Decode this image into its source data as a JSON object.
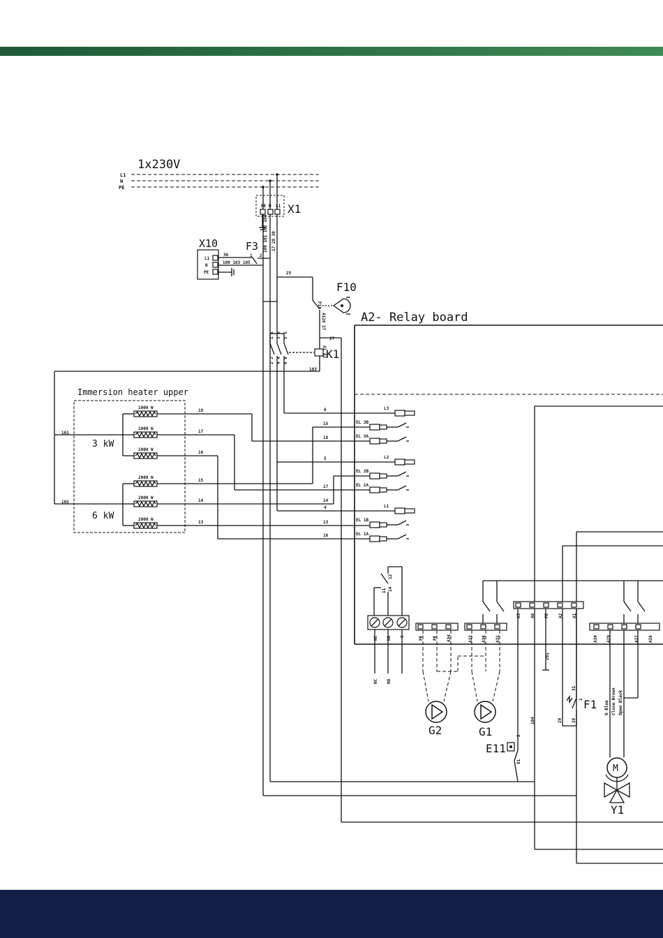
{
  "colors": {
    "band_start": "#1d5a36",
    "band_end": "#3e8a54",
    "footer": "#131f48"
  },
  "supply": {
    "title": "1x230V",
    "lines": [
      "L1",
      "N",
      "PE"
    ]
  },
  "x1": {
    "label": "X1",
    "pins": [
      "PE",
      "N",
      "L1"
    ],
    "wires": "100 101 102 104",
    "wires2": "17 28 30"
  },
  "x10": {
    "label": "X10",
    "pins": [
      "L1",
      "N",
      "PE"
    ],
    "w1": "36",
    "w2": "100 103 105"
  },
  "f3": {
    "label": "F3",
    "p1": "1",
    "p2": "2"
  },
  "f10": {
    "label": "F10",
    "p1": "F10",
    "p2": "A126 27"
  },
  "k1": {
    "label": "K1",
    "coil": "A1 A2",
    "contacts": [
      "1 1",
      "3 3",
      "5 5",
      "2 2",
      "4 4",
      "6 6"
    ]
  },
  "relay_board": {
    "title": "A2- Relay board"
  },
  "heater": {
    "title": "Immersion heater upper",
    "group1": "3 kW",
    "group2": "6 kW",
    "elements": [
      "1000 W",
      "1000 W",
      "1000 W",
      "2000 W",
      "2000 W",
      "2000 W"
    ],
    "in1": "101",
    "in2": "102"
  },
  "wire_numbers": {
    "w25": "25",
    "w27": "27",
    "w103": "103",
    "h18": "18",
    "h17": "17",
    "h16": "16",
    "h15": "15",
    "h14": "14",
    "h13": "13",
    "r6": "6",
    "r15": "15",
    "r18": "18",
    "r5": "5",
    "r17": "17",
    "r14": "14",
    "r4": "4",
    "r13": "13",
    "r16": "16",
    "w201": "201",
    "w104": "104",
    "w2": "2",
    "w81": "81",
    "w31": "31",
    "w29": "29",
    "w28": "28",
    "w1": "1"
  },
  "relay_terms": [
    "L3",
    "EL 3B",
    "EL 3A",
    "L2",
    "EL 2B",
    "EL 2A",
    "L1",
    "EL 1B",
    "EL 1A"
  ],
  "alarm": {
    "terms": [
      "NC",
      "NO",
      "C"
    ],
    "contacts": [
      "12",
      "11",
      "14"
    ]
  },
  "conn_pe": [
    "PE",
    "PE",
    "A34"
  ],
  "conn_a3": [
    "A33",
    "A36",
    "A31"
  ],
  "conn_a5": [
    "A5",
    "A6",
    "PE",
    "A2",
    "A1"
  ],
  "conn_a30": [
    "A30",
    "A29",
    "A27",
    "A26"
  ],
  "pumps": {
    "g2": "G2",
    "g1": "G1"
  },
  "e11": {
    "label": "E11"
  },
  "f1": {
    "label": "F1"
  },
  "y1": {
    "label": "Y1",
    "motor": "M",
    "wires": [
      "N Blue",
      "Close Brown",
      "Open Black"
    ]
  }
}
